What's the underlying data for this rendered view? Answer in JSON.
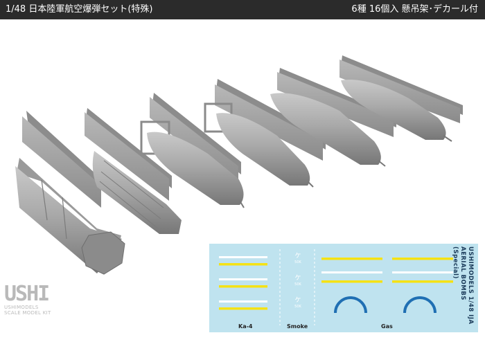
{
  "header": {
    "title": "1/48 日本陸軍航空爆弾セット(特殊)",
    "info": "6種 16個入 懸吊架･デカール付"
  },
  "decal": {
    "label_ka4": "Ka-4",
    "label_smoke": "Smoke",
    "label_gas": "Gas",
    "vertical_title": "USHIMODELS 1/48 IJA AERIAL BOMBS (Special)",
    "kana_mark": "ケ",
    "kana_sub": "50K",
    "colors": {
      "yellow": "#f5e214",
      "white": "#ffffff",
      "blue": "#1f6fb3",
      "sheet": "#bfe3ef"
    }
  },
  "logo": {
    "mark": "USHI",
    "name": "USHIMODELS",
    "tagline": "SCALE MODEL KIT"
  }
}
